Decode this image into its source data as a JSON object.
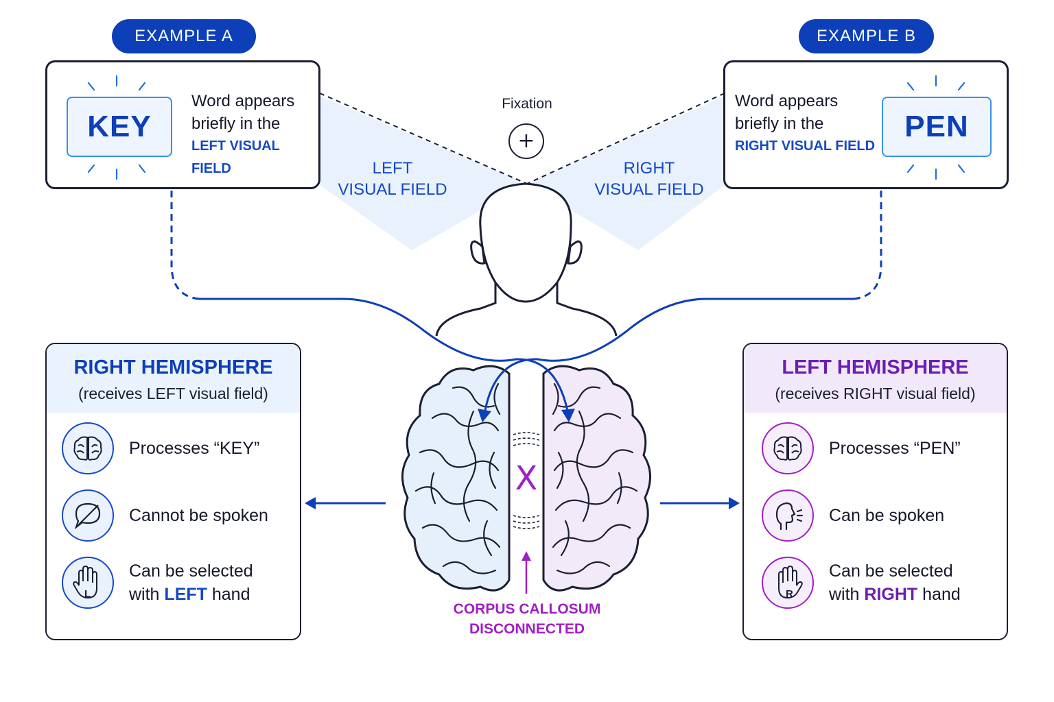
{
  "example_a": {
    "pill": "EXAMPLE A",
    "word": "KEY",
    "desc_line1": "Word appears",
    "desc_line2": "briefly in the",
    "field": "LEFT VISUAL FIELD"
  },
  "example_b": {
    "pill": "EXAMPLE B",
    "word": "PEN",
    "desc_line1": "Word appears",
    "desc_line2": "briefly in the",
    "field": "RIGHT VISUAL FIELD"
  },
  "fixation": {
    "label": "Fixation",
    "symbol": "+"
  },
  "left_field_label": {
    "line1": "LEFT",
    "line2": "VISUAL FIELD"
  },
  "right_field_label": {
    "line1": "RIGHT",
    "line2": "VISUAL FIELD"
  },
  "corpus": {
    "line1": "CORPUS CALLOSUM",
    "line2": "DISCONNECTED",
    "mark": "X"
  },
  "right_hemisphere": {
    "title": "RIGHT HEMISPHERE",
    "subtitle": "(receives LEFT visual field)",
    "processes": "Processes “KEY”",
    "spoken": "Cannot be spoken",
    "select_line1": "Can be selected",
    "select_prefix": "with",
    "select_hand": "LEFT",
    "select_suffix": "hand",
    "hand_letter": "L",
    "icons": [
      "brain-icon",
      "no-speech-icon",
      "hand-icon"
    ]
  },
  "left_hemisphere": {
    "title": "LEFT HEMISPHERE",
    "subtitle": "(receives RIGHT visual field)",
    "processes": "Processes “PEN”",
    "spoken": "Can be spoken",
    "select_line1": "Can be selected",
    "select_prefix": "with",
    "select_hand": "RIGHT",
    "select_suffix": "hand",
    "hand_letter": "R",
    "icons": [
      "brain-icon",
      "speaking-head-icon",
      "hand-icon"
    ]
  },
  "colors": {
    "navy": "#0d3fb8",
    "blue": "#1548c8",
    "purple": "#6b1fb0",
    "magenta": "#a01fc4",
    "field_tint": "#e9f2fc",
    "left_brain_fill": "#e6f0fb",
    "right_brain_fill": "#f2e9f9"
  }
}
